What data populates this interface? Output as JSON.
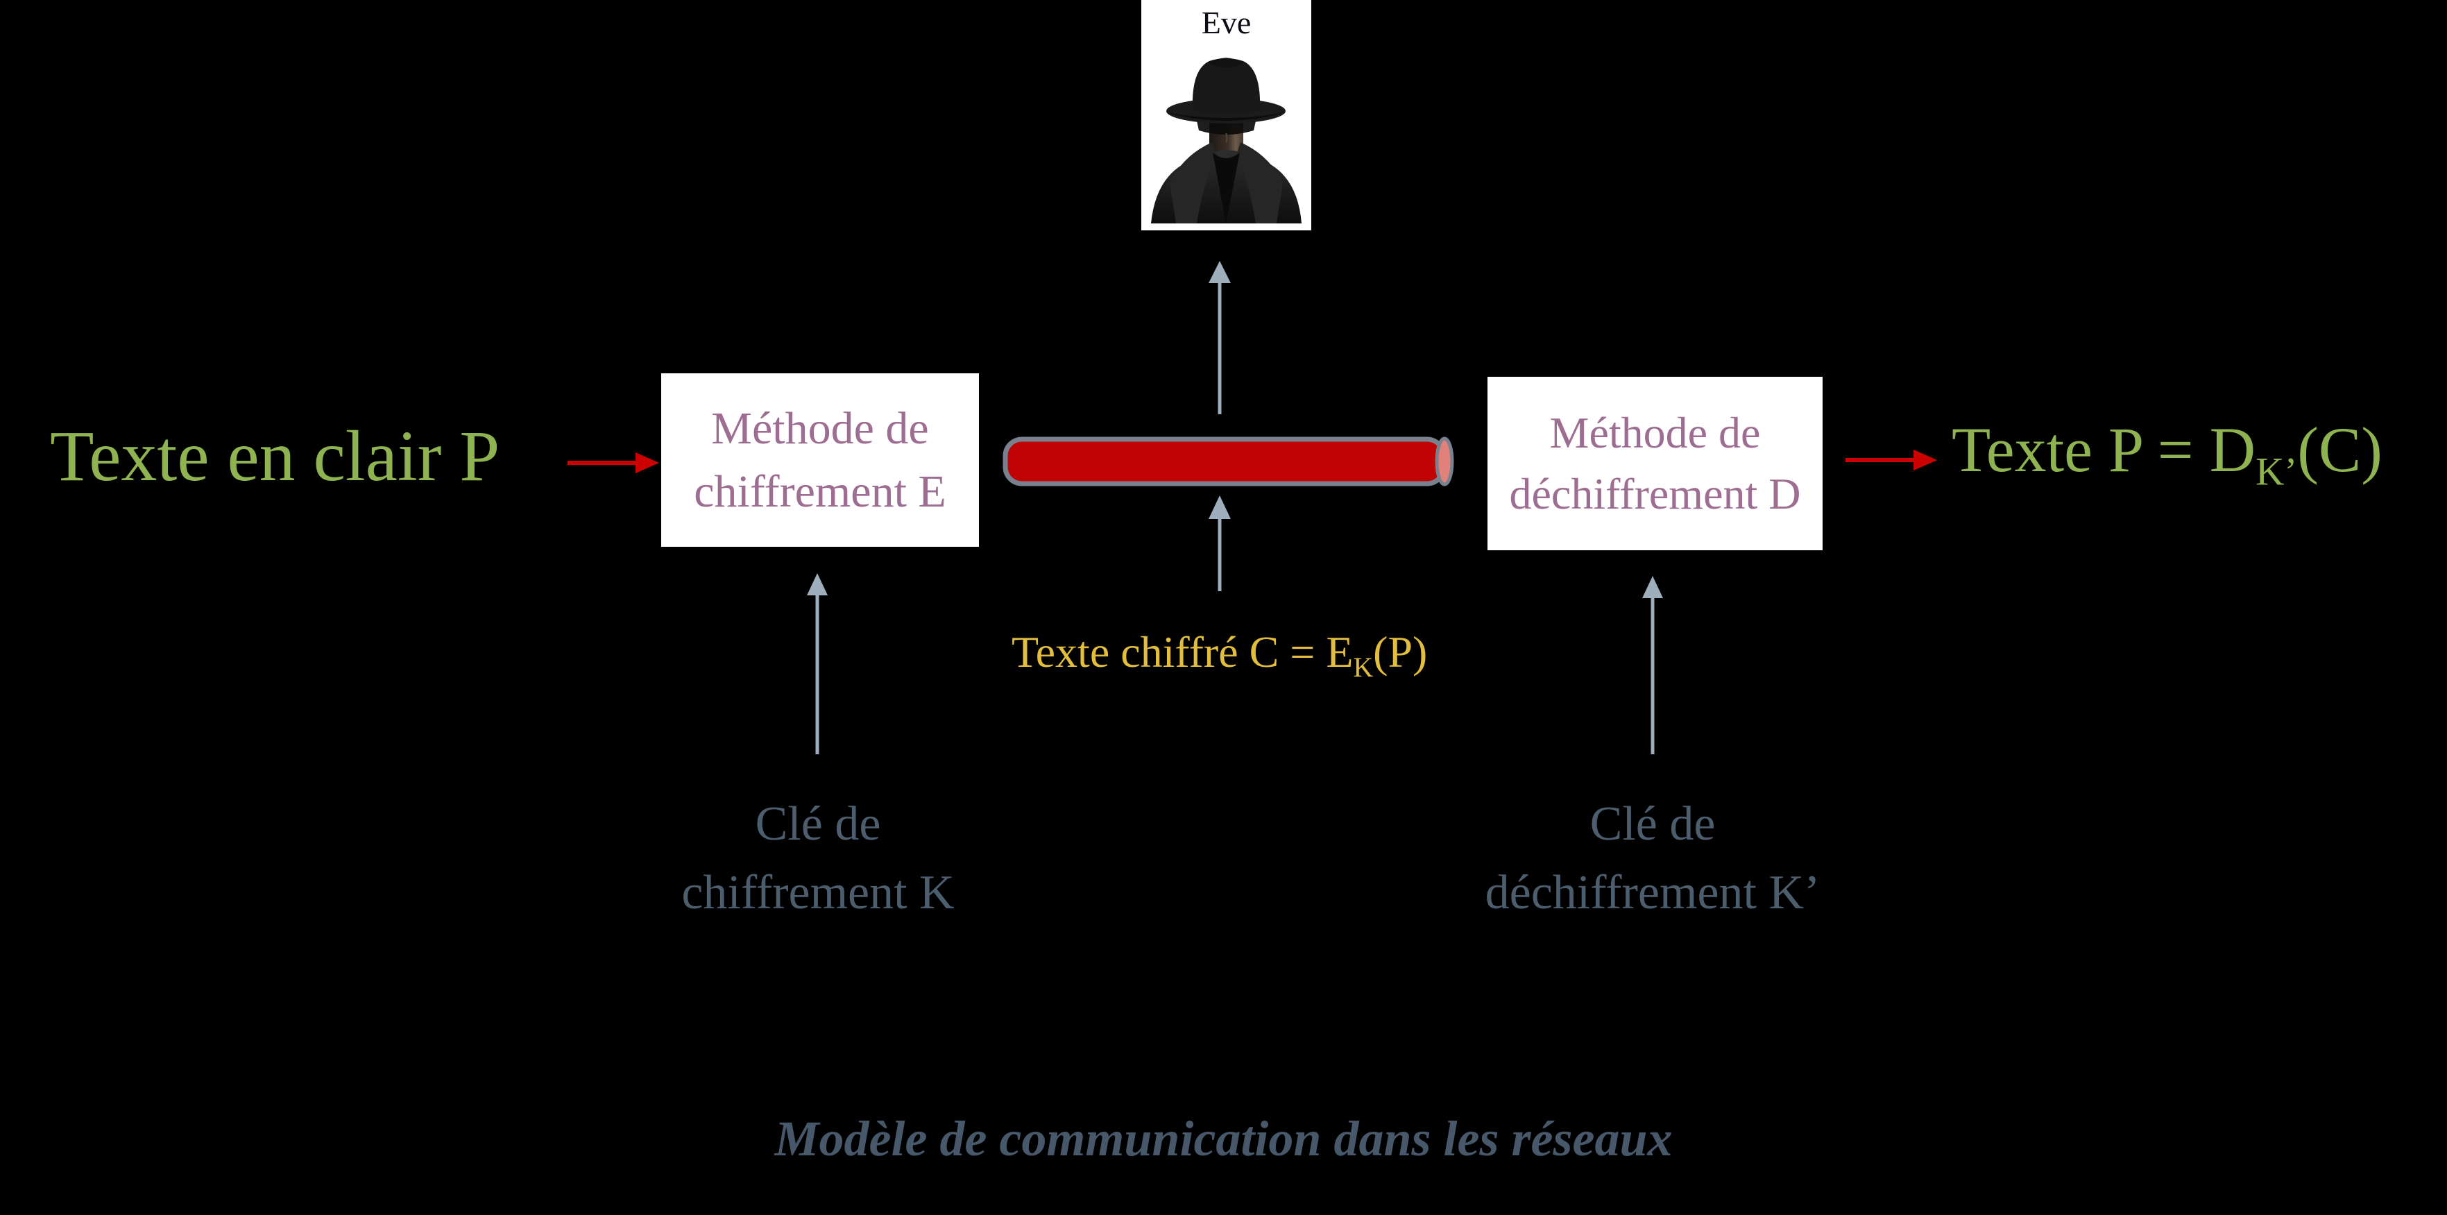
{
  "eve": {
    "label": "Eve"
  },
  "plaintext": {
    "label": "Texte en clair P"
  },
  "encrypt_box": {
    "line1": "Méthode de",
    "line2": "chiffrement E"
  },
  "decrypt_box": {
    "line1": "Méthode de",
    "line2": "déchiffrement D"
  },
  "ciphertext": {
    "prefix": "Texte chiffré C = E",
    "subscript": "K",
    "suffix": "(P)"
  },
  "result_text": {
    "prefix": "Texte P = D",
    "subscript": "K’",
    "suffix": "(C)"
  },
  "encrypt_key": {
    "line1": "Clé de",
    "line2": "chiffrement K"
  },
  "decrypt_key": {
    "line1": "Clé de",
    "line2": "déchiffrement K’"
  },
  "caption": {
    "text": "Modèle de communication dans les réseaux"
  },
  "colors": {
    "background": "#000000",
    "plaintext_green": "#8FB350",
    "box_text_mauve": "#9D6D92",
    "ciphertext_yellow": "#E3BE3D",
    "key_label_slate": "#4C5D6E",
    "caption_slate": "#47586A",
    "arrow_red": "#CC0202",
    "arrow_gray": "#9FAEBD",
    "channel_red": "#C00404",
    "channel_cap_pink": "#E2807C",
    "channel_border_gray": "#78828F",
    "box_background": "#FFFFFF"
  }
}
